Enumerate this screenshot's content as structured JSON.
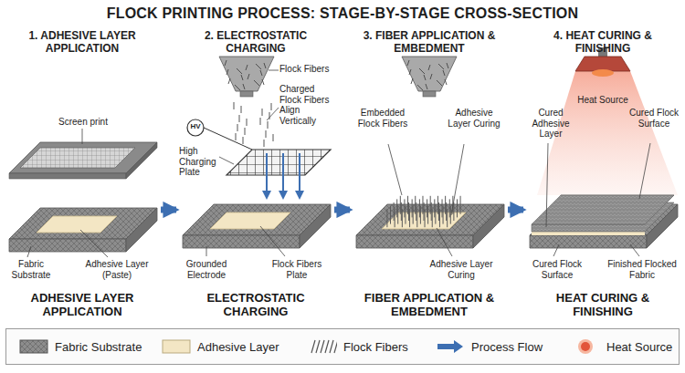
{
  "diagram": {
    "title": "FLOCK PRINTING PROCESS: STAGE-BY-STAGE CROSS-SECTION",
    "nodes": [
      {
        "text": [
          "1. ADHESIVE LAYER APPLICATION",
          "ADHESIVE LAYER APPLICATION"
        ]
      },
      {
        "text": [
          "2. ELECTROSTATIC CHARGING",
          "ELECTROSTATIC CHARGING"
        ]
      },
      {
        "text": [
          "3. FIBER APPLICATION & EMBEDMENT",
          "FIBER APPLICATION & EMBEDMENT"
        ]
      },
      {
        "text": [
          "4. HEAT CURING & FINISHING",
          "HEAT CURING & FINISHING"
        ]
      }
    ],
    "edges": [
      {
        "from": 0,
        "to": 1,
        "arrow": "to"
      },
      {
        "from": 1,
        "to": 2,
        "arrow": "to"
      },
      {
        "from": 2,
        "to": 3,
        "arrow": "to"
      }
    ],
    "labels": [
      "Screen print",
      "Fabric Substrate",
      "Adhesive Layer (Paste)",
      "Flock Fibers",
      "HV",
      "Charged Flock Fibers Align Vertically",
      "High Charging Plate",
      "Grounded Electrode",
      "Flock Fibers Plate",
      "Embedded Flock Fibers",
      "Adhesive Layer Curing",
      "Adhesive Layer Curing",
      "Cured Adhesive Layer",
      "Heat Source",
      "Cured Flock Surface",
      "Cured Flock Surface",
      "Finished Flocked Fabric"
    ],
    "legend": [
      {
        "text": "Fabric Substrate"
      },
      {
        "text": "Adhesive Layer",
        "color": "#f3e6c4"
      },
      {
        "text": "Flock Fibers"
      },
      {
        "text": "Process Flow"
      },
      {
        "text": "Heat Source"
      }
    ]
  }
}
